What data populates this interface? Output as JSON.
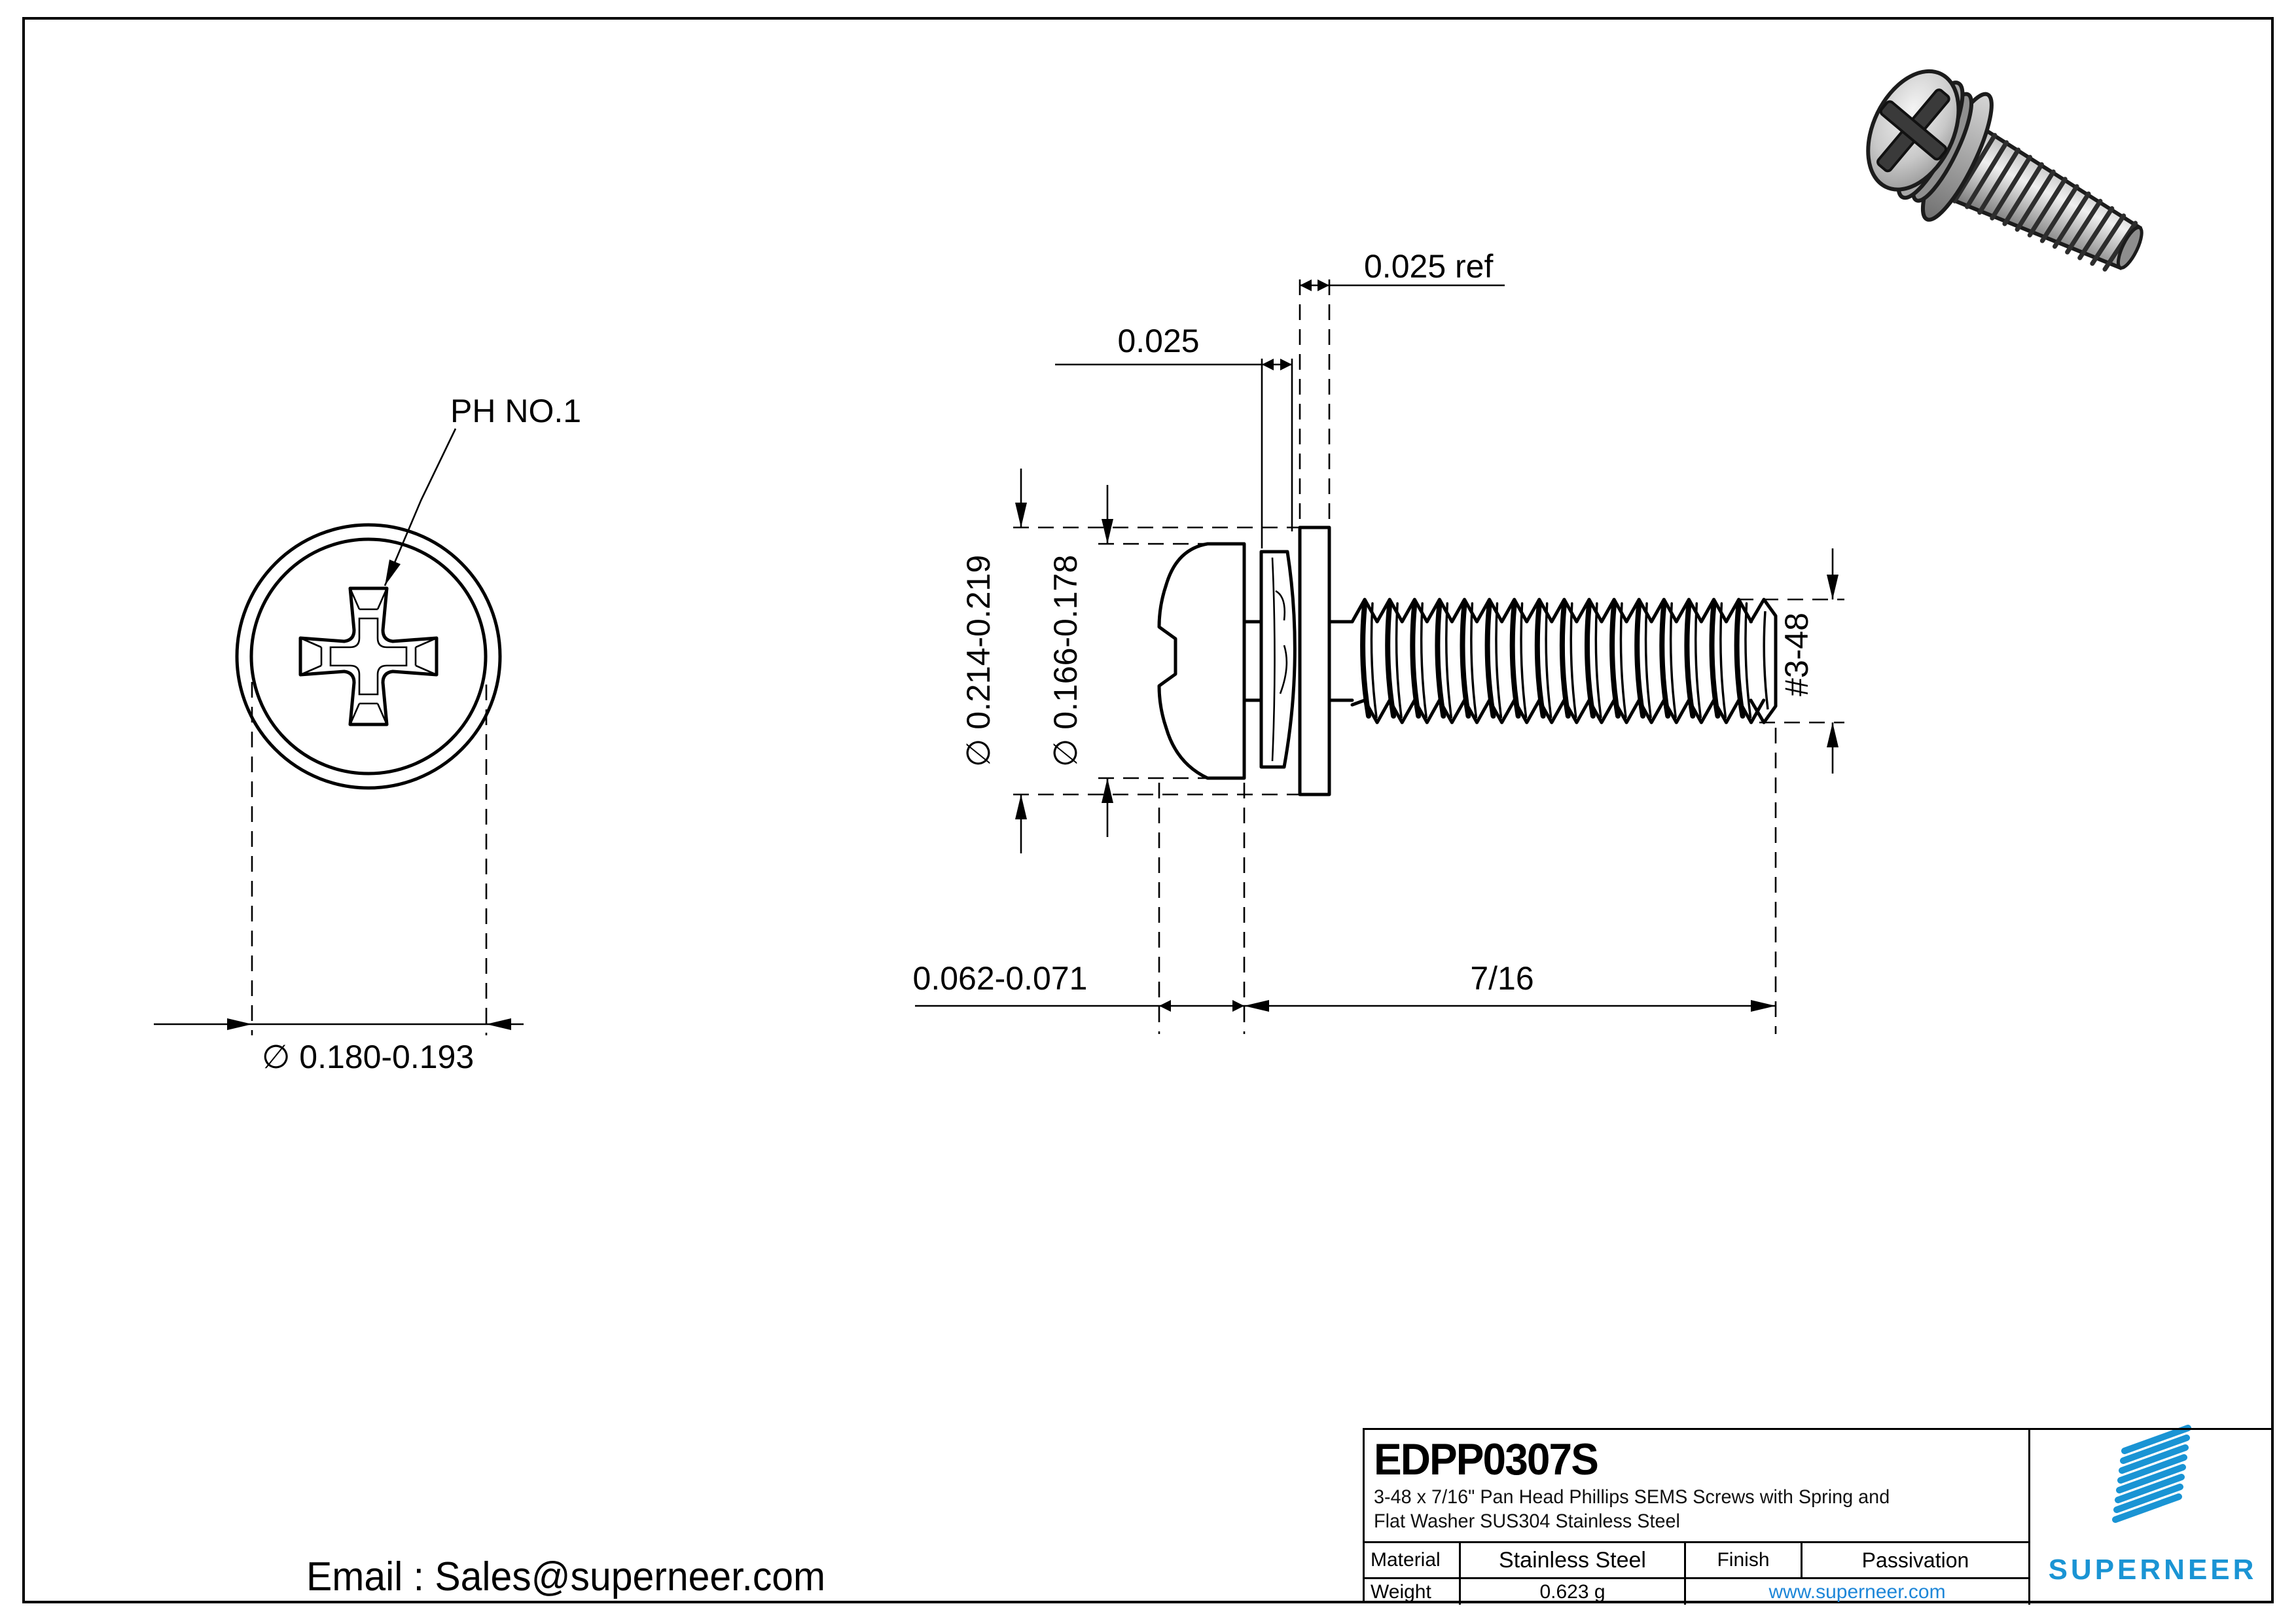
{
  "page": {
    "background": "#ffffff",
    "line_color": "#000000"
  },
  "top_view": {
    "drive_label": "PH NO.1",
    "head_diameter": "∅ 0.180-0.193"
  },
  "side_view": {
    "spring_washer_thickness": "0.025",
    "flat_washer_thickness": "0.025 ref",
    "flat_washer_od": "∅ 0.214-0.219",
    "head_od": "∅ 0.166-0.178",
    "head_height": "0.062-0.071",
    "thread_length": "7/16",
    "thread_size": "#3-48"
  },
  "title_block": {
    "part_number": "EDPP0307S",
    "description_line1": "3-48 x 7/16\" Pan Head Phillips SEMS Screws with Spring and",
    "description_line2": "Flat Washer SUS304 Stainless Steel",
    "material_label": "Material",
    "material_value": "Stainless Steel",
    "finish_label": "Finish",
    "finish_value": "Passivation",
    "weight_label": "Weight",
    "weight_value": "0.623 g",
    "website": "www.superneer.com",
    "brand": "SUPERNEER",
    "brand_color": "#1a94d4",
    "link_color": "#1d86d8"
  },
  "footer": {
    "email": "Email : Sales@superneer.com"
  }
}
